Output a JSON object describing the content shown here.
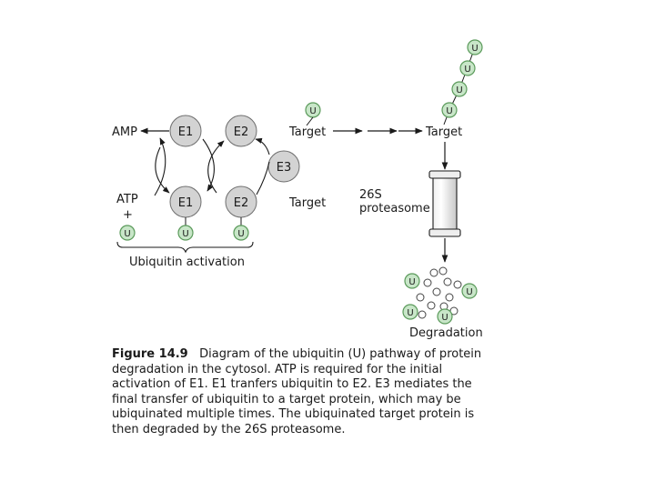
{
  "labels": {
    "amp": "AMP",
    "atp": "ATP",
    "plus": "+",
    "e1": "E1",
    "e2": "E2",
    "e3": "E3",
    "ubiquitin": "U",
    "target_top": "Target",
    "target_bottom": "Target",
    "target_right": "Target",
    "proteasome_line1": "26S",
    "proteasome_line2": "proteasome",
    "ubiquitin_activation": "Ubiquitin activation",
    "degradation": "Degradation"
  },
  "caption": {
    "figure_label": "Figure 14.9",
    "text": "Diagram of the ubiquitin (U) pathway of protein degradation in the cytosol. ATP is required for the initial activation of E1. E1 tranfers ubiquitin to E2. E3 mediates the final transfer of ubiquitin to a target protein, which may be ubiquinated multiple times. The ubiquinated target protein is then degraded by the 26S proteasome."
  },
  "colors": {
    "enzyme_fill": "#d3d3d3",
    "ubiquitin_fill": "#c8e6c8",
    "ubiquitin_stroke": "#5a9a5a",
    "line": "#1a1a1a"
  }
}
